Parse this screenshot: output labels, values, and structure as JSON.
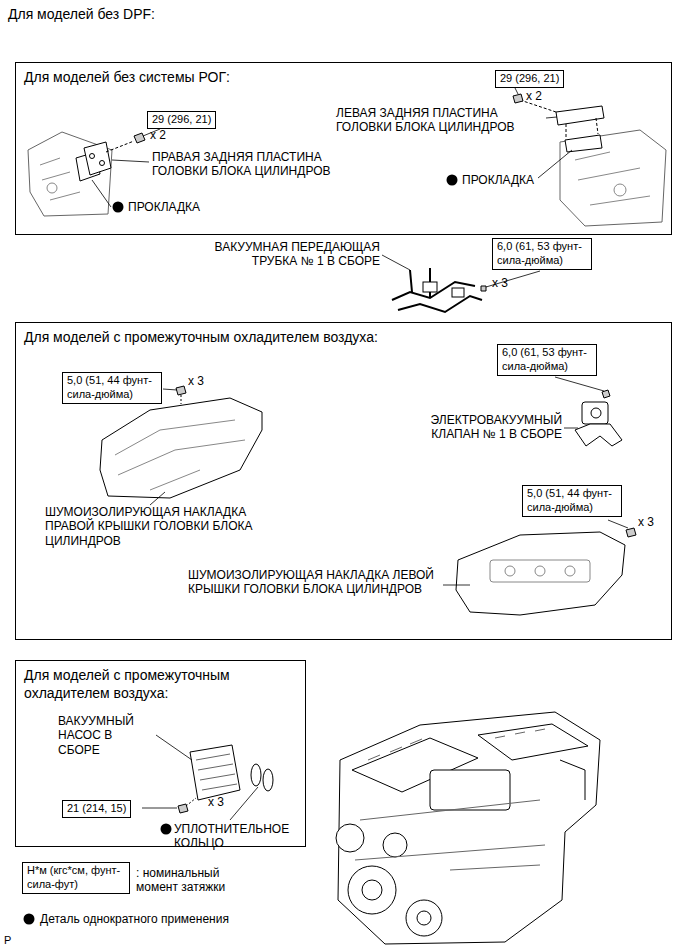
{
  "diagram": {
    "title": "Для моделей без DPF:",
    "nodes": [
      {
        "text": [
          "Для моделей без системы РОГ:"
        ]
      },
      {
        "text": [
          "29 (296, 21)"
        ],
        "in": 0
      },
      {
        "text": [
          "29 (296, 21)"
        ],
        "in": 0
      },
      {
        "text": [
          "6,0 (61, 53 фунт-сила-дюйма)"
        ]
      },
      {
        "text": [
          "Для моделей с промежуточным охладителем воздуха:"
        ]
      },
      {
        "text": [
          "6,0 (61, 53 фунт-сила-дюйма)"
        ],
        "in": 4
      },
      {
        "text": [
          "5,0 (51, 44 фунт-сила-дюйма)"
        ],
        "in": 4
      },
      {
        "text": [
          "5,0 (51, 44 фунт-сила-дюйма)"
        ],
        "in": 4
      },
      {
        "text": [
          "Для моделей с промежуточным охладителем воздуха:"
        ]
      },
      {
        "text": [
          "21 (214, 15)"
        ],
        "in": 8
      },
      {
        "text": [
          "Н*м (кгс*см, фунт-сила-фут)"
        ]
      }
    ],
    "labels": [
      "x 2",
      "ПРАВАЯ ЗАДНЯЯ ПЛАСТИНА ГОЛОВКИ БЛОКА ЦИЛИНДРОВ",
      "ПРОКЛАДКА",
      "x 2",
      "ЛЕВАЯ ЗАДНЯЯ ПЛАСТИНА ГОЛОВКИ БЛОКА ЦИЛИНДРОВ",
      "ПРОКЛАДКА",
      "ВАКУУМНАЯ ПЕРЕДАЮЩАЯ ТРУБКА № 1 В СБОРЕ",
      "x 3",
      "x 3",
      "ЭЛЕКТРОВАКУУМНЫЙ КЛАПАН № 1 В СБОРЕ",
      "ШУМОИЗОЛИРУЮЩАЯ НАКЛАДКА ПРАВОЙ КРЫШКИ ГОЛОВКИ БЛОКА ЦИЛИНДРОВ",
      "x 3",
      "ШУМОИЗОЛИРУЮЩАЯ НАКЛАДКА ЛЕВОЙ КРЫШКИ ГОЛОВКИ БЛОКА ЦИЛИНДРОВ",
      "ВАКУУМНЫЙ НАСОС В СБОРЕ",
      "x 3",
      "УПЛОТНИТЕЛЬНОЕ КОЛЬЦО",
      "P"
    ],
    "legend": [
      {
        "text": ": номинальный момент затяжки"
      },
      {
        "text": "Деталь однократного применения"
      }
    ]
  }
}
